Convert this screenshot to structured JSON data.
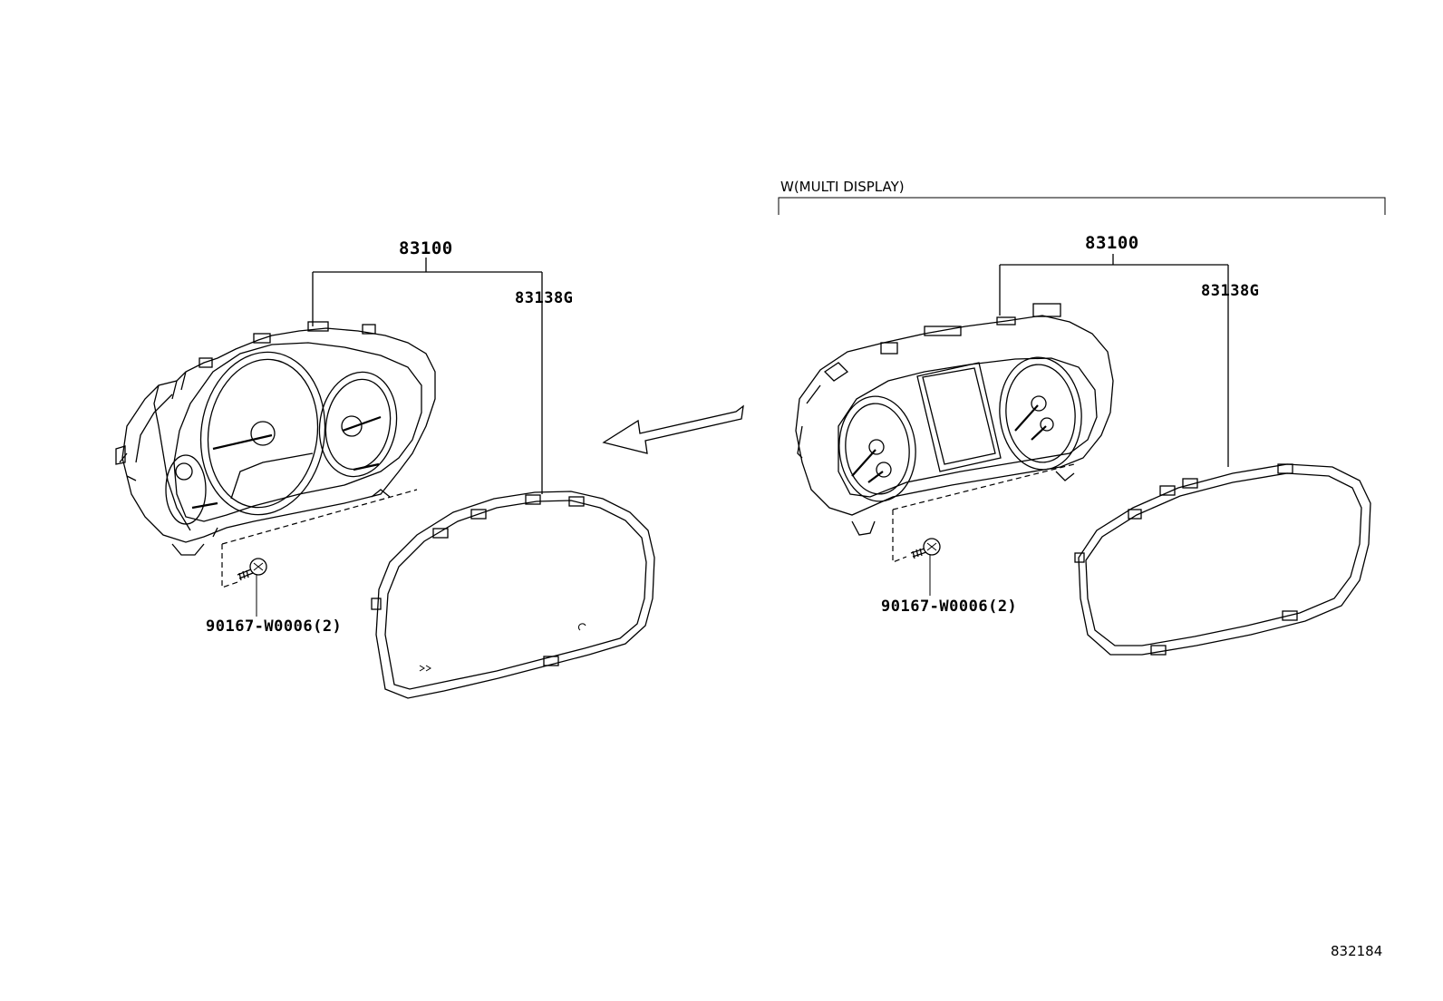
{
  "condition_label": "W(MULTI DISPLAY)",
  "left_assembly": {
    "part_main": "83100",
    "part_lens": "83138G",
    "part_screw": "90167-W0006(2)"
  },
  "right_assembly": {
    "part_main": "83100",
    "part_lens": "83138G",
    "part_screw": "90167-W0006(2)"
  },
  "diagram_ref": "832184",
  "icons": {
    "arrow": "left-arrow-icon",
    "screw": "screw-icon"
  },
  "colors": {
    "line": "#000000",
    "background": "#ffffff"
  }
}
